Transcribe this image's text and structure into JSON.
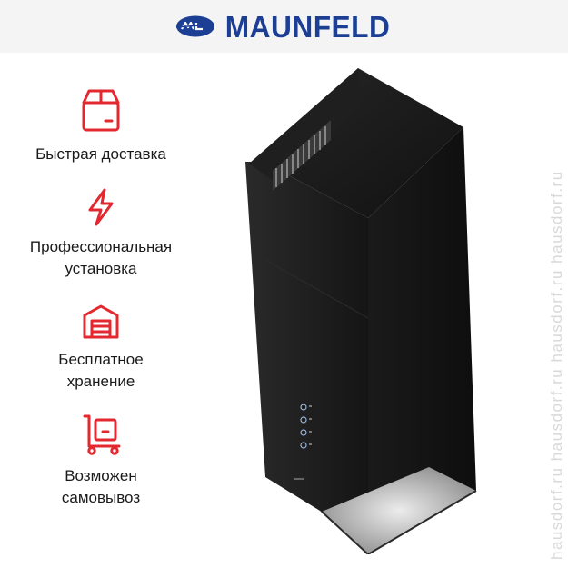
{
  "brand": {
    "name": "MAUNFELD",
    "logo_mark": "ML",
    "color": "#1c3f94"
  },
  "accent_color": "#e3282f",
  "features": [
    {
      "icon": "box-icon",
      "label": "Быстрая доставка"
    },
    {
      "icon": "lightning-icon",
      "label": "Профессиональная\nустановка"
    },
    {
      "icon": "warehouse-icon",
      "label": "Бесплатное\nхранение"
    },
    {
      "icon": "cart-box-icon",
      "label": "Возможен\nсамовывоз"
    }
  ],
  "watermark": "hausdorf.ru  hausdorf.ru  hausdorf.ru  hausdorf.ru"
}
